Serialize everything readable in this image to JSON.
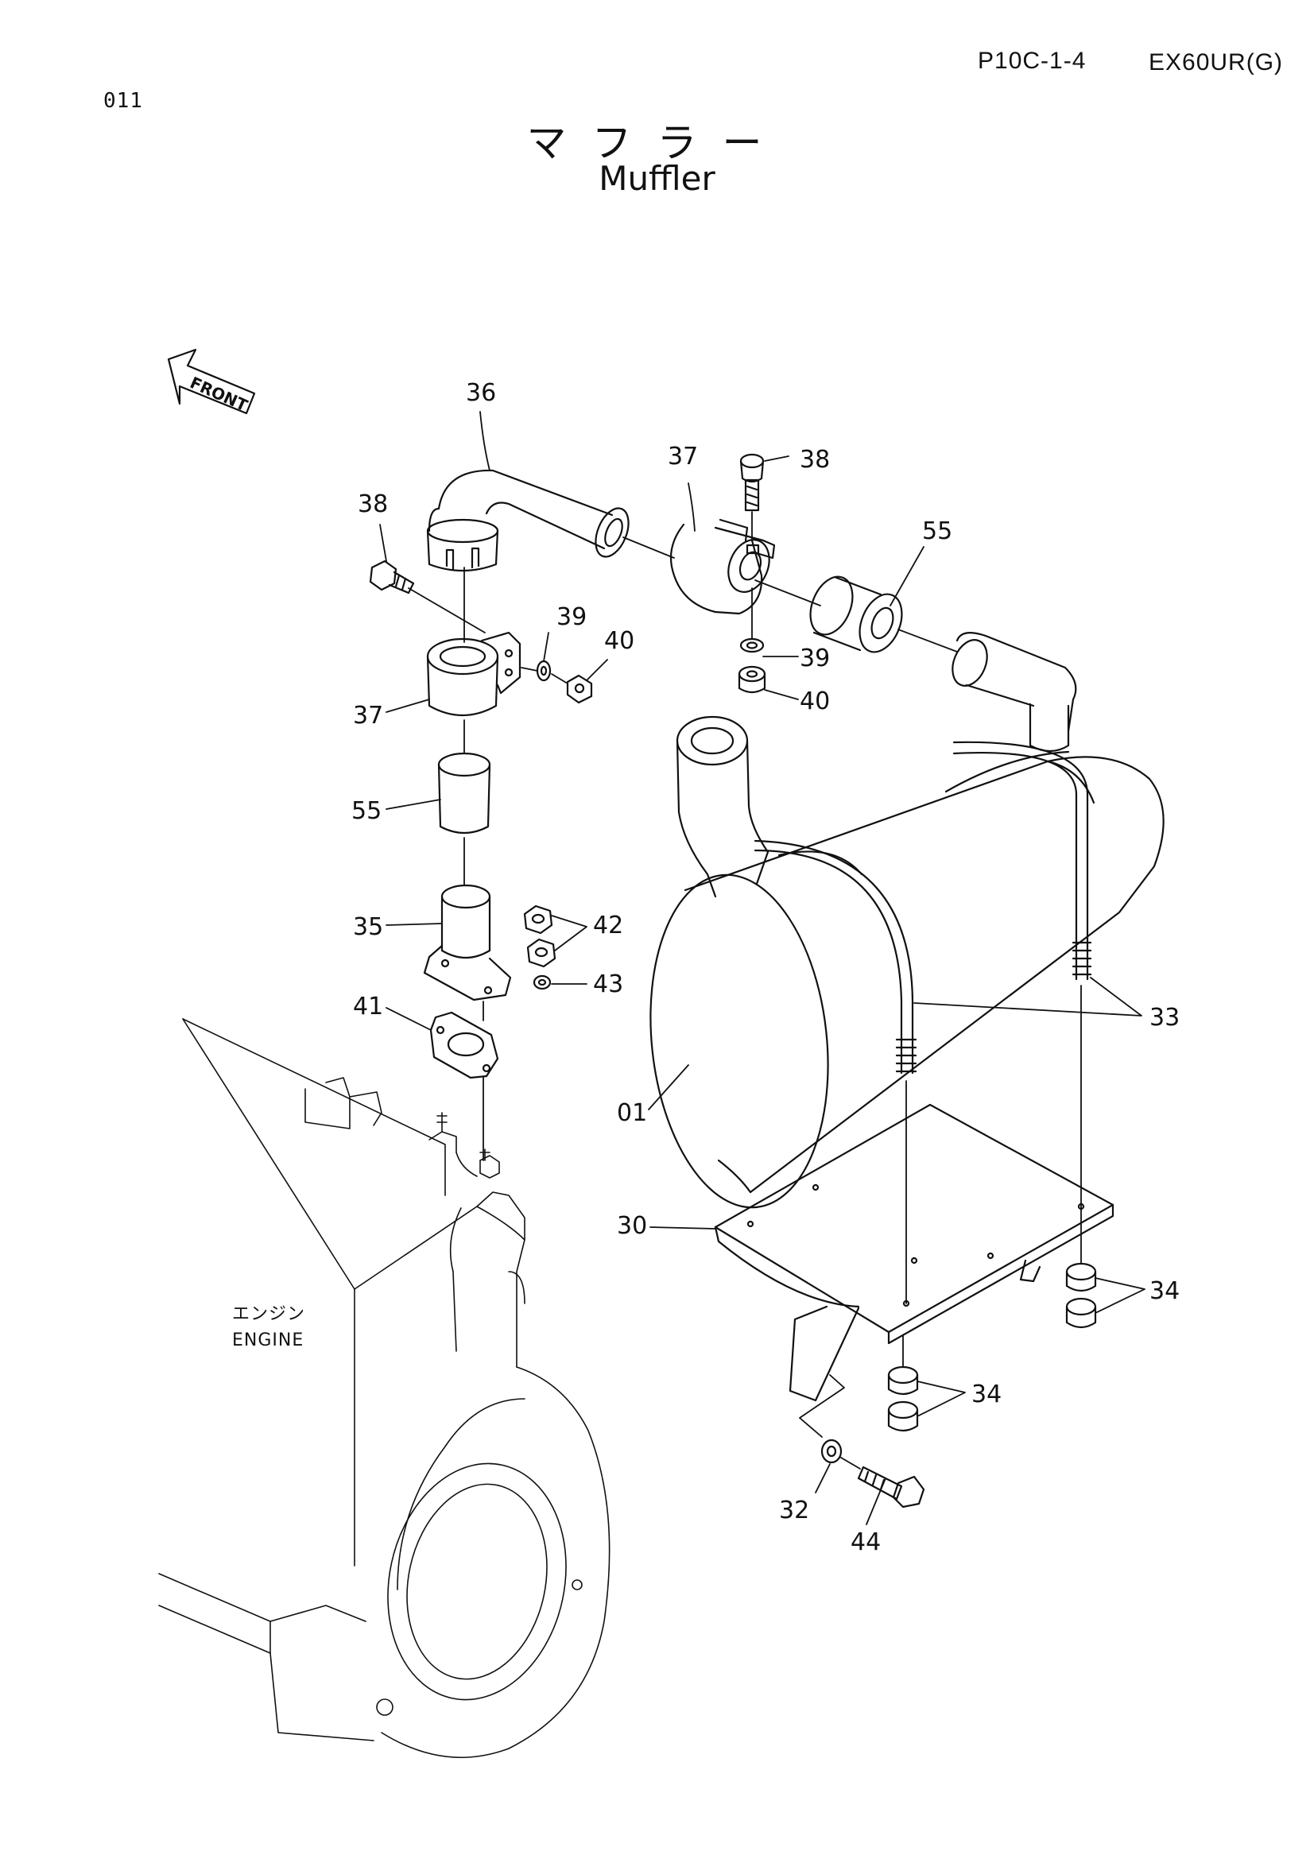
{
  "header": {
    "page_number": "011",
    "part_ref": "P10C-1-4",
    "model": "EX60UR(G)"
  },
  "title": {
    "japanese": "マフラー",
    "english": "Muffler"
  },
  "front_label": "FRONT",
  "engine_label": {
    "japanese": "エンジン",
    "english": "ENGINE"
  },
  "callouts": {
    "p36": "36",
    "p37_top": "37",
    "p38_top": "38",
    "p55_right": "55",
    "p38_left": "38",
    "p39_left": "39",
    "p40_left": "40",
    "p39_right": "39",
    "p40_right": "40",
    "p37_left": "37",
    "p55_left": "55",
    "p35": "35",
    "p42": "42",
    "p43": "43",
    "p41": "41",
    "p33": "33",
    "p01": "01",
    "p30": "30",
    "p34_right": "34",
    "p34_lower": "34",
    "p32": "32",
    "p44": "44"
  }
}
